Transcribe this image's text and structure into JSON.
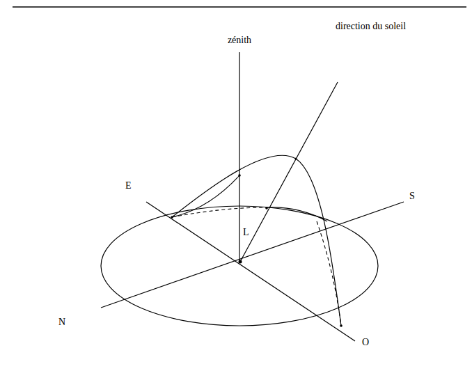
{
  "diagram": {
    "labels": [
      "zénith",
      "direction du soleil",
      "E",
      "S",
      "N",
      "O",
      "L"
    ]
  }
}
